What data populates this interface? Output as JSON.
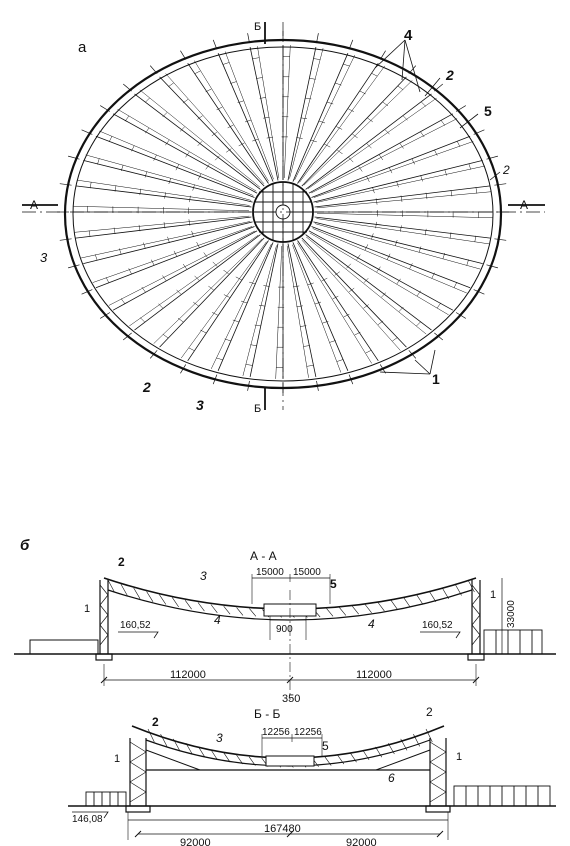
{
  "plan": {
    "panel_label": "а",
    "section_a_left": "А",
    "section_a_right": "А",
    "section_b_top": "Б",
    "section_b_bottom": "Б",
    "callouts": {
      "c4": "4",
      "c2_top": "2",
      "c5": "5",
      "c2_right": "2",
      "c3_left": "3",
      "c2_bottom": "2",
      "c3_bottom": "3",
      "c1": "1"
    }
  },
  "section_aa": {
    "panel_label": "б",
    "title": "А - А",
    "dim_15000_l": "15000",
    "dim_15000_r": "15000",
    "dim_900": "900",
    "elev_left": "160,52",
    "elev_right": "160,52",
    "height": "33000",
    "span_left": "112000",
    "span_right": "112000",
    "dim_350": "350",
    "callouts": {
      "c1l": "1",
      "c2": "2",
      "c3": "3",
      "c4l": "4",
      "c5": "5",
      "c4r": "4",
      "c1r": "1"
    }
  },
  "section_bb": {
    "title": "Б - Б",
    "dim_l": "12256",
    "dim_r": "12256",
    "elev_left": "146,08",
    "span_total": "167480",
    "span_left": "92000",
    "span_right": "92000",
    "callouts": {
      "c2l": "2",
      "c3": "3",
      "c5": "5",
      "c2r": "2",
      "c1l": "1",
      "c1r": "1",
      "c6": "6"
    }
  }
}
